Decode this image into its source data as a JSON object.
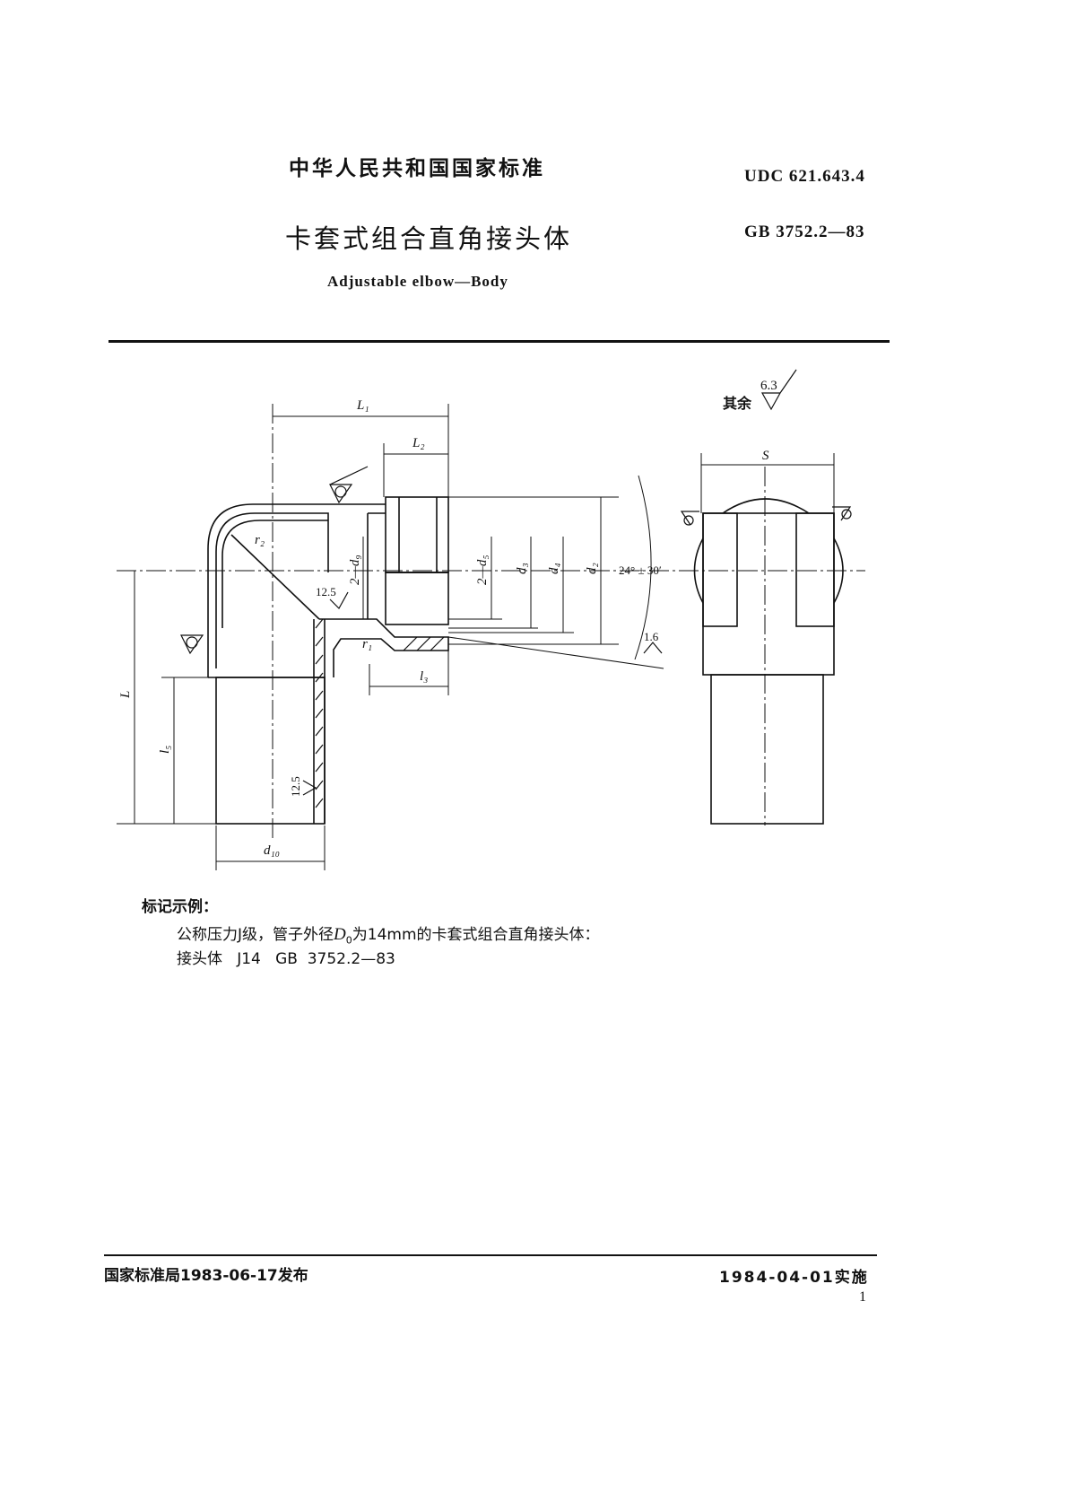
{
  "header": {
    "national_standard": "中华人民共和国国家标准",
    "udc": "UDC  621.643.4",
    "title_cn": "卡套式组合直角接头体",
    "gb_number": "GB  3752.2—83",
    "title_en": "Adjustable elbow—Body"
  },
  "drawing": {
    "roughness_rest_label": "其余",
    "roughness_rest_value": "6.3",
    "dims": {
      "L1": "L₁",
      "L2": "L₂",
      "L": "L",
      "l5": "l₅",
      "l3": "l₃",
      "d10": "d₁₀",
      "d9": "2—d₉",
      "d5": "2—d₅",
      "d3": "d₃",
      "d4": "d₄",
      "d2": "d₂",
      "r2": "r₂",
      "r1": "r₁",
      "S": "S",
      "angle": "24° ± 30′"
    },
    "roughness": {
      "r1": "12.5",
      "r2": "12.5",
      "r3": "1.6"
    }
  },
  "example": {
    "heading": "标记示例：",
    "line1_a": "公称压力J级，管子外径",
    "line1_sym": "D",
    "line1_sub": "0",
    "line1_b": "为14mm的卡套式组合直角接头体：",
    "line2": "接头体   J14   GB  3752.2—83"
  },
  "footer": {
    "issued": "国家标准局1983-06-17发布",
    "effective": "1984-04-01实施",
    "page_number": "1"
  }
}
